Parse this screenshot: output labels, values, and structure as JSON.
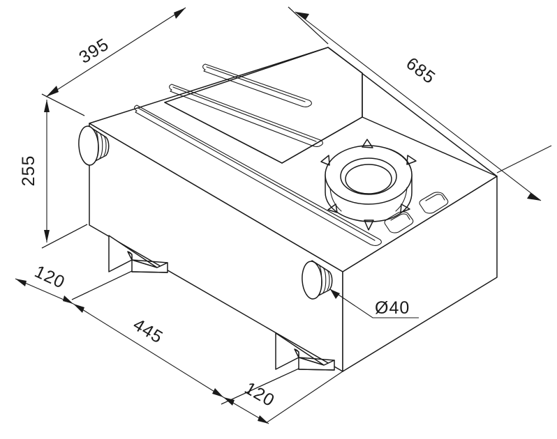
{
  "drawing": {
    "title": "Isometric fuel/water tank technical drawing",
    "units": "mm",
    "line_color": "#1a1a1a",
    "background_color": "#ffffff"
  },
  "dimensions": {
    "width_top": "395",
    "length_top": "685",
    "height_side": "255",
    "foot_offset_left": "120",
    "foot_span": "445",
    "foot_offset_right": "120",
    "port_diameter": "Ø40"
  },
  "features": {
    "filler_cap": "filler-cap",
    "port_left": "threaded-port-left",
    "port_right": "threaded-port-right",
    "ribs": [
      "rib-slot-1",
      "rib-slot-2",
      "rib-slot-3"
    ],
    "recesses": [
      "recess-slot-1",
      "recess-slot-2"
    ],
    "feet": [
      "mounting-foot-left",
      "mounting-foot-right"
    ]
  }
}
